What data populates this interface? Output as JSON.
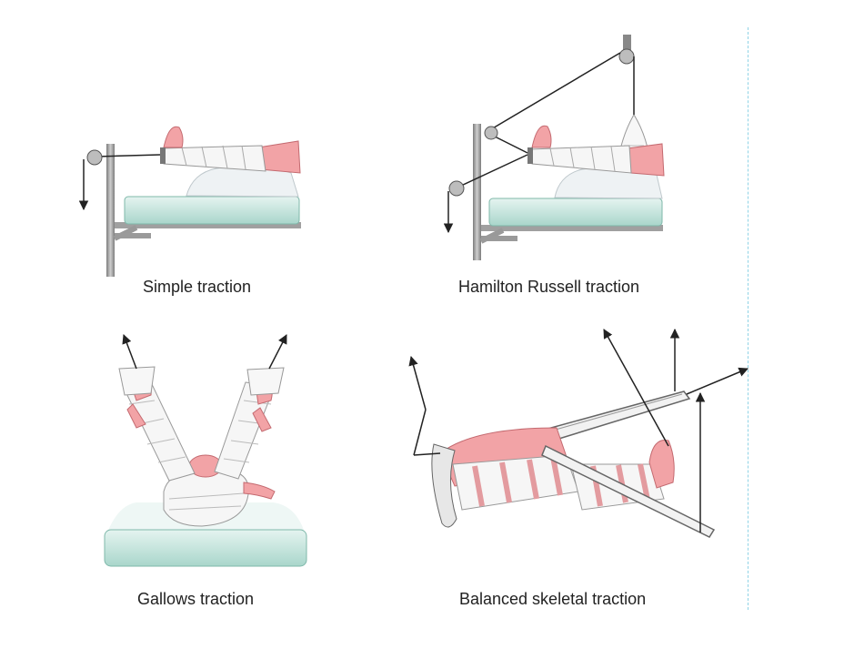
{
  "panels": [
    {
      "id": "simple",
      "caption": "Simple traction"
    },
    {
      "id": "hamilton",
      "caption": "Hamilton Russell traction"
    },
    {
      "id": "gallows",
      "caption": "Gallows traction"
    },
    {
      "id": "balanced",
      "caption": "Balanced skeletal traction"
    }
  ],
  "colors": {
    "skin": "#f2a3a6",
    "skin_dark": "#d9747a",
    "bandage": "#f4f4f4",
    "mattress": "#cfe9e3",
    "mattress_edge": "#8fc4b8",
    "frame": "#9a9a9a",
    "frame_dark": "#6e6e6e",
    "pillow": "#eef2f4",
    "line": "#222222",
    "guide": "#8fd3e6"
  }
}
